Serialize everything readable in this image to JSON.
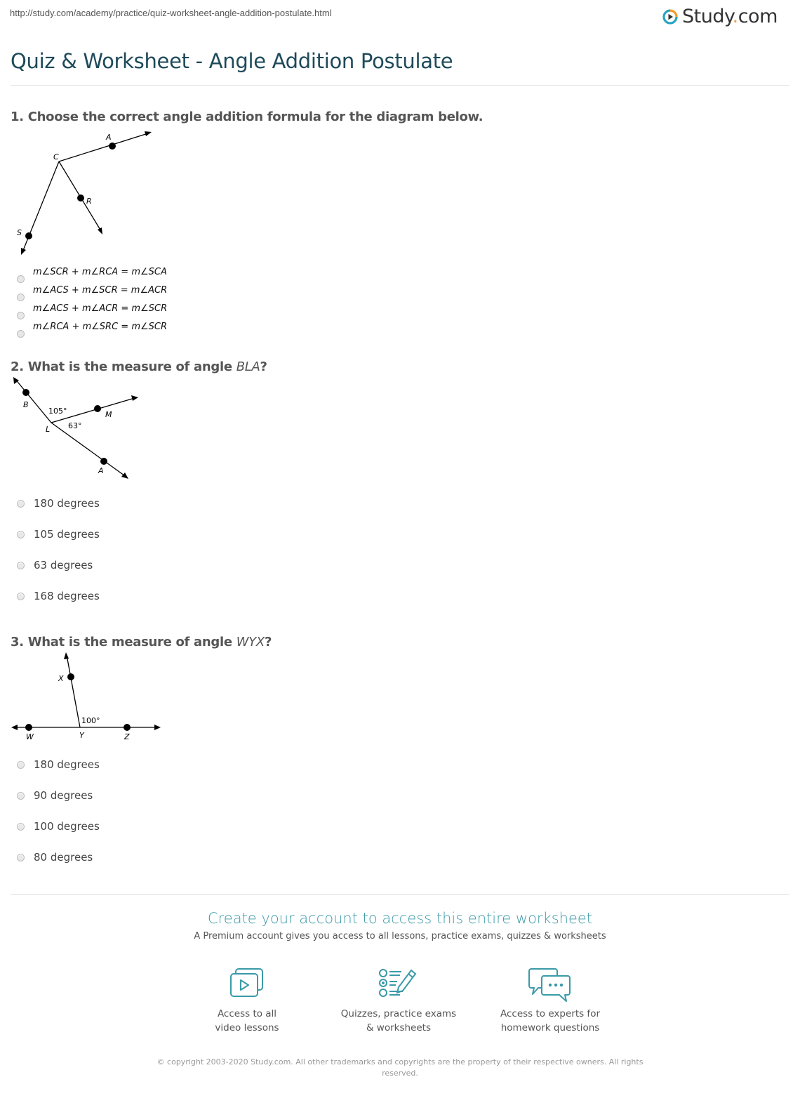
{
  "page": {
    "url": "http://study.com/academy/practice/quiz-worksheet-angle-addition-postulate.html",
    "logo": {
      "text_main": "Study",
      "text_dot": ".",
      "text_tld": "com",
      "icon": "play-circle-icon",
      "colors": {
        "ring_blue": "#2aa3c6",
        "ring_orange": "#f39c2b",
        "text": "#333333"
      }
    },
    "title": "Quiz & Worksheet - Angle Addition Postulate"
  },
  "questions": [
    {
      "number": "1.",
      "text": "Choose the correct angle addition formula for the diagram below.",
      "diagram": {
        "points": [
          "A",
          "C",
          "R",
          "S"
        ],
        "vertex": "C"
      },
      "options": [
        "m∠SCR + m∠RCA = m∠SCA",
        "m∠ACS + m∠SCR = m∠ACR",
        "m∠ACS + m∠ACR = m∠SCR",
        "m∠RCA + m∠SRC = m∠SCR"
      ]
    },
    {
      "number": "2.",
      "text_prefix": "What is the measure of angle ",
      "text_italic": "BLA",
      "text_suffix": "?",
      "diagram": {
        "points": [
          "B",
          "L",
          "M",
          "A"
        ],
        "vertex": "L",
        "angles": [
          "105°",
          "63°"
        ]
      },
      "options": [
        "180 degrees",
        "105 degrees",
        "63 degrees",
        "168 degrees"
      ]
    },
    {
      "number": "3.",
      "text_prefix": "What is the measure of angle ",
      "text_italic": "WYX",
      "text_suffix": "?",
      "diagram": {
        "points": [
          "X",
          "W",
          "Y",
          "Z"
        ],
        "vertex": "Y",
        "angles": [
          "100°"
        ]
      },
      "options": [
        "180 degrees",
        "90 degrees",
        "100 degrees",
        "80 degrees"
      ]
    }
  ],
  "cta": {
    "title": "Create your account to access this entire worksheet",
    "subtitle": "A Premium account gives you access to all lessons, practice exams, quizzes & worksheets",
    "accent": "#3a9aa7",
    "features": [
      {
        "icon": "video-lessons-icon",
        "line1": "Access to all",
        "line2": "video lessons"
      },
      {
        "icon": "quiz-checklist-icon",
        "line1": "Quizzes, practice exams",
        "line2": "& worksheets"
      },
      {
        "icon": "chat-bubbles-icon",
        "line1": "Access to experts for",
        "line2": "homework questions"
      }
    ]
  },
  "footer": {
    "copyright": "© copyright 2003-2020 Study.com. All other trademarks and copyrights are the property of their respective owners. All rights reserved."
  }
}
